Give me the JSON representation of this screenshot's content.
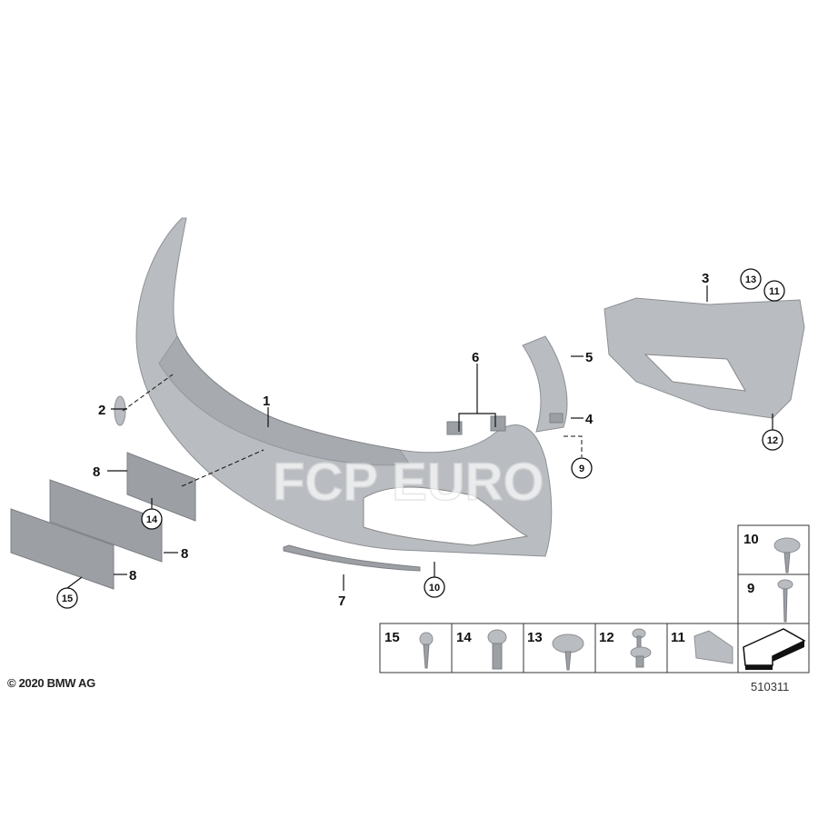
{
  "watermark": "FCP EURO",
  "copyright": "© 2020 BMW AG",
  "diagram_number": "510311",
  "callouts": {
    "c1": "1",
    "c2": "2",
    "c3": "3",
    "c4": "4",
    "c5": "5",
    "c6": "6",
    "c7": "7",
    "c8a": "8",
    "c8b": "8",
    "c8c": "8",
    "c9": "9",
    "c10": "10",
    "c11": "11",
    "c12": "12",
    "c13": "13",
    "c14": "14",
    "c15": "15"
  },
  "hardware_table": {
    "side": [
      "10",
      "9"
    ],
    "bottom": [
      "15",
      "14",
      "13",
      "12",
      "11"
    ]
  }
}
